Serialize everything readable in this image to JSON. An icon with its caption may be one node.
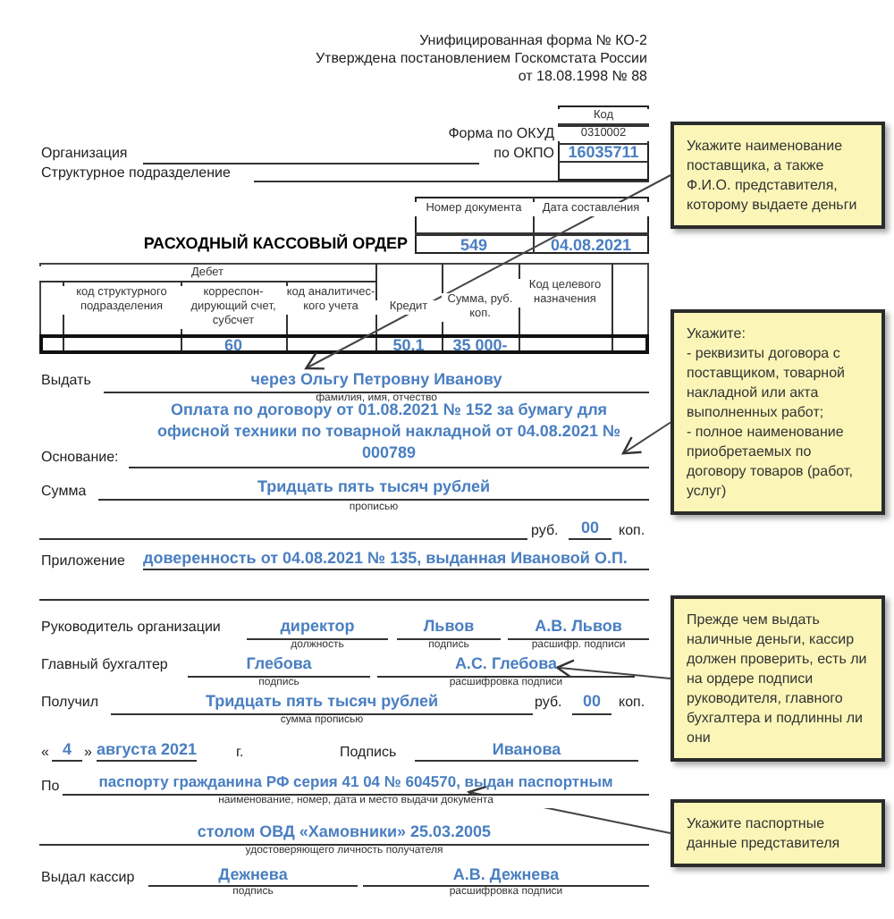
{
  "diagram": {
    "nodes": [
      {
        "text": [
          "Укажите наименование поставщика, а также Ф.И.О. представителя, которому выдаете деньги"
        ]
      },
      {
        "text": [
          "через Ольгу  Петровну Иванову"
        ]
      },
      {
        "text": [
          "Укажите:",
          "- реквизиты договора с поставщиком, товарной накладной или акта выполненных работ;",
          "- полное наименование приобретаемых по договору товаров (работ, услуг)"
        ]
      },
      {
        "text": [
          "Оплата по договору от 01.08.2021 № 152 за бумагу для офисной техники по товарной накладной от 04.08.2021 № 000789"
        ]
      },
      {
        "text": [
          "Прежде чем выдать наличные деньги, кассир должен проверить, есть ли на ордере подписи руководителя, главного бухгалтера и подлинны ли они"
        ]
      },
      {
        "text": [
          "А.С. Глебова"
        ]
      },
      {
        "text": [
          "Укажите паспортные данные представителя"
        ]
      },
      {
        "text": [
          "паспорту гражданина РФ серия 41 04 № 604570, выдан паспортным"
        ]
      }
    ],
    "edges": [
      {
        "from": 0,
        "to": 1,
        "arrow": "to"
      },
      {
        "from": 2,
        "to": 3,
        "arrow": "to"
      },
      {
        "from": 4,
        "to": 5,
        "arrow": "to"
      },
      {
        "from": 6,
        "to": 7,
        "arrow": "to"
      }
    ],
    "labels": [
      "Унифицированная форма № КО-2",
      "Утверждена постановлением Госкомстата России",
      "от 18.08.1998 № 88",
      "Код",
      "Форма по ОКУД",
      "0310002",
      "Организация",
      "по ОКПО",
      "16035711",
      "Структурное подразделение",
      "Номер документа",
      "Дата составления",
      "РАСХОДНЫЙ КАССОВЫЙ ОРДЕР",
      "549",
      "04.08.2021",
      "Дебет",
      "код структурного подразделения",
      "корреспон-дирующий счет, субсчет",
      "код аналитичес-кого учета",
      "Кредит",
      "Сумма, руб. коп.",
      "Код целевого назначения",
      "60",
      "50.1",
      "35 000-",
      "Выдать",
      "фамилия, имя, отчество",
      "Основание:",
      "Сумма",
      "Тридцать пять тысяч рублей",
      "прописью",
      "руб.",
      "00",
      "коп.",
      "Приложение",
      "доверенность от 04.08.2021 № 135, выданная Ивановой О.П.",
      "Руководитель организации",
      "директор",
      "Львов",
      "А.В. Львов",
      "должность",
      "подпись",
      "расшифр. подписи",
      "Главный бухгалтер",
      "Глебова",
      "подпись",
      "расшифровка подписи",
      "Получил",
      "Тридцать пять тысяч рублей",
      "руб.",
      "00",
      "коп.",
      "сумма прописью",
      "«",
      "4",
      "»",
      "августа 2021",
      "г.",
      "Подпись",
      "Иванова",
      "По",
      "наименование, номер, дата и место выдачи документа",
      "столом ОВД «Хамовники» 25.03.2005",
      "удостоверяющего личность получателя",
      "Выдал кассир",
      "Дежнева",
      "А.В. Дежнева",
      "подпись",
      "расшифровка подписи"
    ]
  }
}
